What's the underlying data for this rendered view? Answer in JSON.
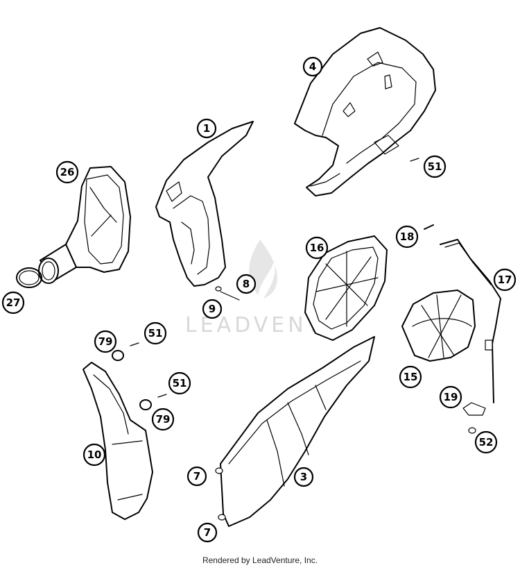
{
  "diagram": {
    "callouts": [
      {
        "id": "c1",
        "label": "1"
      },
      {
        "id": "c3",
        "label": "3"
      },
      {
        "id": "c4",
        "label": "4"
      },
      {
        "id": "c7a",
        "label": "7"
      },
      {
        "id": "c7b",
        "label": "7"
      },
      {
        "id": "c8",
        "label": "8"
      },
      {
        "id": "c9",
        "label": "9"
      },
      {
        "id": "c10",
        "label": "10"
      },
      {
        "id": "c15",
        "label": "15"
      },
      {
        "id": "c16",
        "label": "16"
      },
      {
        "id": "c17",
        "label": "17"
      },
      {
        "id": "c18",
        "label": "18"
      },
      {
        "id": "c19",
        "label": "19"
      },
      {
        "id": "c26",
        "label": "26"
      },
      {
        "id": "c27",
        "label": "27"
      },
      {
        "id": "c51a",
        "label": "51"
      },
      {
        "id": "c51b",
        "label": "51"
      },
      {
        "id": "c51c",
        "label": "51"
      },
      {
        "id": "c52",
        "label": "52"
      },
      {
        "id": "c79a",
        "label": "79"
      },
      {
        "id": "c79b",
        "label": "79"
      }
    ],
    "watermark": "LEADVENTU",
    "footer": "Rendered by LeadVenture, Inc."
  }
}
